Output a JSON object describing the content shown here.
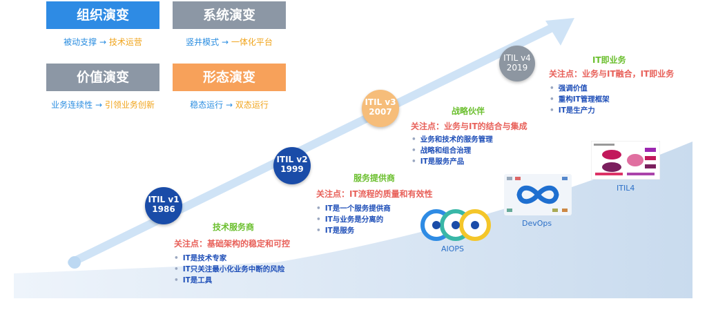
{
  "top_boxes": [
    {
      "title": "组织演变",
      "from": "被动支撑",
      "to": "技术运营",
      "color": "#2e8be4"
    },
    {
      "title": "系统演变",
      "from": "竖井模式",
      "to": "一体化平台",
      "color": "#8c97a5"
    },
    {
      "title": "价值演变",
      "from": "业务连续性",
      "to": "引领业务创新",
      "color": "#8c97a5"
    },
    {
      "title": "形态演变",
      "from": "稳态运行",
      "to": "双态运行",
      "color": "#f7a15a"
    }
  ],
  "arrow_symbol": "→",
  "stages": [
    {
      "version": "ITIL v1",
      "year": "1986",
      "heading": "技术服务商",
      "focus": "关注点：基础架构的稳定和可控",
      "bullets": [
        "IT是技术专家",
        "IT只关注最小化业务中断的风险",
        "IT是工具"
      ],
      "color": "#1a4ca8"
    },
    {
      "version": "ITIL v2",
      "year": "1999",
      "heading": "服务提供商",
      "focus": "关注点：IT流程的质量和有效性",
      "bullets": [
        "IT是一个服务提供商",
        "IT与业务是分离的",
        "IT是服务"
      ],
      "color": "#1a4ca8"
    },
    {
      "version": "ITIL v3",
      "year": "2007",
      "heading": "战略伙伴",
      "focus": "关注点：业务与IT的结合与集成",
      "bullets": [
        "业务和技术的服务管理",
        "战略和组合治理",
        "IT是服务产品"
      ],
      "color": "#f6bd7a"
    },
    {
      "version": "ITIL v4",
      "year": "2019",
      "heading": "IT即业务",
      "focus": "关注点：业务与IT融合，IT即业务",
      "bullets": [
        "强调价值",
        "重构IT管理框架",
        "IT是生产力"
      ],
      "color": "#8d96a1"
    }
  ],
  "tools": [
    {
      "name": "AIOPS"
    },
    {
      "name": "DevOps"
    },
    {
      "name": "ITIL4"
    }
  ]
}
